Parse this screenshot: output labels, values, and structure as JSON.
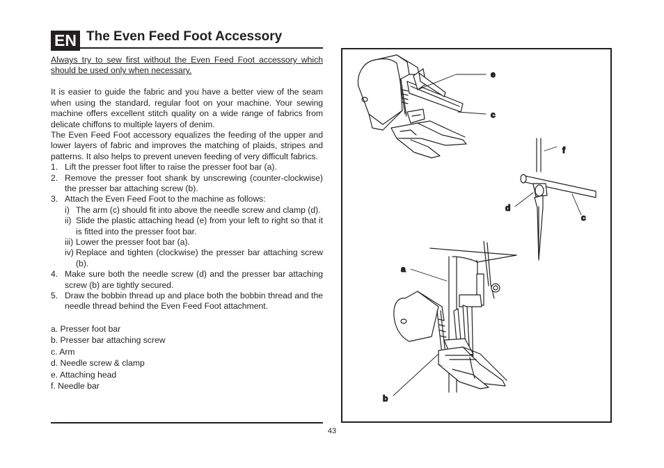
{
  "header": {
    "lang_badge": "EN",
    "title": "The Even Feed Foot Accessory"
  },
  "intro": {
    "warning": "Always try to sew first without the Even Feed Foot accessory which should be used only when necessary.",
    "para1": "It is easier to guide the fabric and you have a better view of the seam when using the standard, regular foot on your machine. Your sewing machine offers excellent stitch quality on a wide range of fabrics from delicate chiffons to multiple layers of denim.",
    "para2": "The Even Feed Foot accessory equalizes the feeding of the upper and lower layers of fabric and improves the matching of plaids, stripes and patterns. It also helps to prevent uneven feeding of very difficult fabrics."
  },
  "steps": [
    {
      "num": "1.",
      "text": "Lift the presser foot lifter to raise the presser foot bar (a)."
    },
    {
      "num": "2.",
      "text": "Remove the presser foot shank by unscrewing (counter-clockwise) the presser bar attaching screw (b)."
    },
    {
      "num": "3.",
      "text": "Attach the Even Feed Foot to the machine as follows:"
    },
    {
      "num": "4.",
      "text": "Make sure both the needle screw (d) and the presser bar attaching screw (b) are tightly secured."
    },
    {
      "num": "5.",
      "text": "Draw the bobbin thread up and place both the bobbin thread and the needle thread behind the Even Feed Foot attachment."
    }
  ],
  "substeps": [
    {
      "num": "i)",
      "text": "The arm (c) should fit into above the needle screw and clamp (d)."
    },
    {
      "num": "ii)",
      "text": "Slide the plastic attaching head (e) from your left to right so that it is fitted into the presser foot bar."
    },
    {
      "num": "iii)",
      "text": "Lower the presser foot bar (a)."
    },
    {
      "num": "iv)",
      "text": "Replace and tighten (clockwise) the presser bar attaching screw (b)."
    }
  ],
  "legend": [
    "a. Presser foot bar",
    "b. Presser bar attaching screw",
    "c. Arm",
    "d. Needle screw & clamp",
    "e. Attaching head",
    "f.  Needle bar"
  ],
  "figure": {
    "callouts": {
      "e": "e",
      "c_top": "c",
      "f": "f",
      "d": "d",
      "c_mid": "c",
      "a": "a",
      "b": "b"
    }
  },
  "footer": {
    "page_number": "43"
  }
}
